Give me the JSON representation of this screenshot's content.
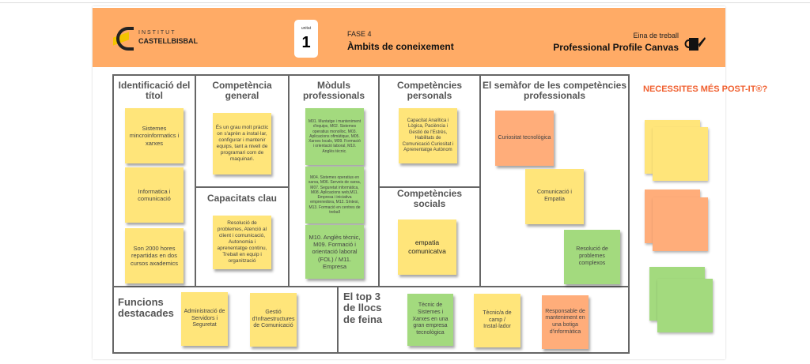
{
  "header": {
    "logo_line1": "INSTITUT",
    "logo_line2": "CASTELLBISBAL",
    "unit_label": "unitat",
    "unit_number": "1",
    "phase": "FASE 4",
    "phase_title": "Àmbits de coneixement",
    "tool_label": "Eina de treball",
    "tool_title": "Professional Profile Canvas",
    "tool_icon": "watering-can-icon"
  },
  "sections": {
    "identificacio": {
      "title": "Identificació del títol",
      "notes": [
        "Sistemes mincroinformatics i xarxes",
        "Informatica i comunicació",
        "Son 2000 hores repartidas en dos cursos axademics"
      ]
    },
    "competencia_general": {
      "title": "Competència general",
      "notes": [
        "És un grau molt pràctic on s'aprèn a instal·lar, configurar i mantenir equips, tant a nivell de programari com de maquinari."
      ]
    },
    "capacitats": {
      "title": "Capacitats clau",
      "notes": [
        "Resolució de problemes, Atenció al client i comunicació, Autonomia i aprenentatge continu, Treball en equip i organització"
      ]
    },
    "moduls": {
      "title": "Mòduls professionals",
      "notes": [
        "M01. Muntatge i manteniment d'equips, M02. Sistemes operatius monolloc, M03. Aplicacions ofimàtique, M05. Xarxes locals, M09. Formació i orientació laboral, M10. Anglès tècnic.",
        "M04. Sistemes operatius en xarxa, M06. Serveis de xarxa, M07. Seguretat informàtica, M08. Aplicacions web,M11. Empresa i iniciativa emprenedora, M12. Síntesi, M13. Formació en centres de treball",
        "M10. Anglès tècnic, M09. Formació i orientació laboral (FOL) / M11. Empresa"
      ]
    },
    "personals": {
      "title": "Competències personals",
      "notes": [
        "Capacitat Analítica i Lògica, Paciència i Gestió de l'Estrès, Habilitats de Comunicació Curiositat i Aprenentatge Autònom"
      ]
    },
    "socials": {
      "title": "Competències socials",
      "notes": [
        "empatia comunicatva"
      ]
    },
    "semafor": {
      "title": "El semàfor de les competències professionals",
      "notes": [
        "Curiositat tecnològica",
        "Comunicació i Empatia",
        "Resolució de problemes complexos"
      ]
    },
    "funcions": {
      "title": "Funcions destacades",
      "notes": [
        "Administració de Servidors i Seguretat",
        "Gestió d'Infraestructures de Comunicació"
      ]
    },
    "top3": {
      "title": "El top 3 de llocs de feina",
      "notes": [
        "Tècnic de Sistemes i Xarxes en una gran empresa tecnològica",
        "Tècnic/a de camp / Instal·lador",
        "Responsable de manteniment en una botiga d'informàtica"
      ]
    }
  },
  "sidebar": {
    "title": "NECESSITES MÉS POST-IT®?"
  },
  "colors": {
    "header": "#ffab66",
    "yellow": "#ffe57a",
    "green": "#a3da7e",
    "orange": "#ffad7a",
    "accent": "#f06030"
  }
}
